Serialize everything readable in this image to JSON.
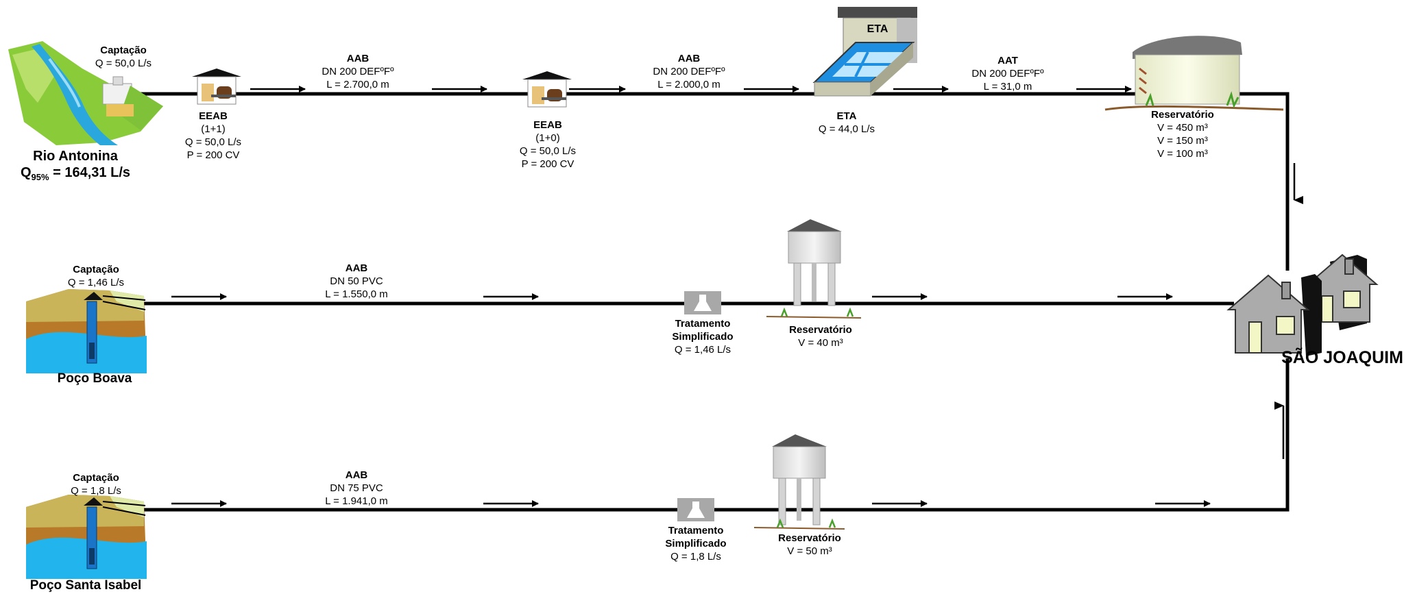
{
  "source_rio": {
    "captacao_title": "Captação",
    "captacao_flow": "Q = 50,0 L/s",
    "name": "Rio Antonina",
    "q_prefix": "Q",
    "q_sub": "95%",
    "q_value": " = 164,31 L/s"
  },
  "eeab1": {
    "title": "EEAB",
    "config": "(1+1)",
    "flow": "Q = 50,0 L/s",
    "power": "P = 200 CV"
  },
  "aab1": {
    "title": "AAB",
    "dn": "DN 200  DEFºFº",
    "length": "L = 2.700,0 m"
  },
  "eeab2": {
    "title": "EEAB",
    "config": "(1+0)",
    "flow": "Q = 50,0 L/s",
    "power": "P = 200 CV"
  },
  "aab2": {
    "title": "AAB",
    "dn": "DN 200  DEFºFº",
    "length": "L = 2.000,0 m"
  },
  "eta": {
    "sign": "ETA",
    "title": "ETA",
    "flow": "Q = 44,0 L/s"
  },
  "aat": {
    "title": "AAT",
    "dn": "DN 200 DEFºFº",
    "length": "L = 31,0 m"
  },
  "reservatorio_main": {
    "title": "Reservatório",
    "volumes": [
      "V = 450 m³",
      "V = 150 m³",
      "V = 100 m³"
    ]
  },
  "poco_boava": {
    "captacao_title": "Captação",
    "captacao_flow": "Q = 1,46 L/s",
    "name": "Poço Boava",
    "aab_title": "AAB",
    "aab_dn": "DN 50  PVC",
    "aab_length": "L = 1.550,0 m",
    "trat_line1": "Tratamento",
    "trat_line2": "Simplificado",
    "trat_flow": "Q = 1,46 L/s",
    "res_title": "Reservatório",
    "res_volume": "V = 40 m³"
  },
  "poco_santa_isabel": {
    "captacao_title": "Captação",
    "captacao_flow": "Q = 1,8 L/s",
    "name": "Poço Santa Isabel",
    "aab_title": "AAB",
    "aab_dn": "DN 75  PVC",
    "aab_length": "L = 1.941,0 m",
    "trat_line1": "Tratamento",
    "trat_line2": "Simplificado",
    "trat_flow": "Q = 1,8 L/s",
    "res_title": "Reservatório",
    "res_volume": "V = 50 m³"
  },
  "destination": {
    "name": "SÃO JOAQUIM"
  }
}
